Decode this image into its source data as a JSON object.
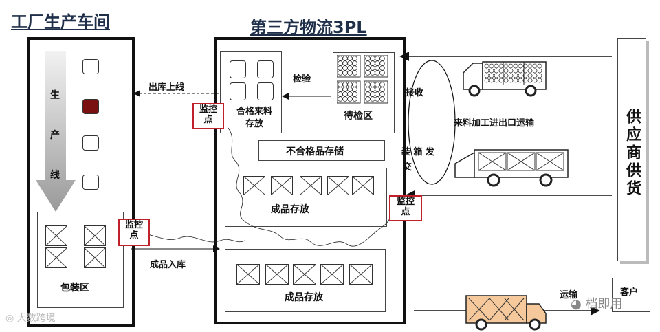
{
  "factory": {
    "title": "工厂生产车间",
    "line_label": [
      "生",
      "产",
      "线"
    ],
    "pack_area": "包装区",
    "station_colors": [
      "#ffffff",
      "#7a1010",
      "#ffffff",
      "#ffffff"
    ]
  },
  "tpl": {
    "title": "第三方物流3PL",
    "qualified_storage": "合格来料存放",
    "inspect_area": "待检区",
    "unqualified_storage": "不合格品存储",
    "finished_upper": "成品存放",
    "finished_lower": "成品存放"
  },
  "flows": {
    "out_to_line": "出库上线",
    "inspect": "检验",
    "receive": "接收",
    "ship": "装 箱 发",
    "ship_2": "交",
    "finished_in": "成品入库",
    "inbound_transport": "来料加工进出口运输"
  },
  "monitor_points": {
    "label_1": "监控",
    "label_2": "点"
  },
  "supplier": {
    "label": "供应商供货"
  },
  "customer": {
    "label": "客户",
    "road_label": "运输"
  },
  "watermarks": {
    "left": "大数跨境",
    "right": "档即用"
  }
}
